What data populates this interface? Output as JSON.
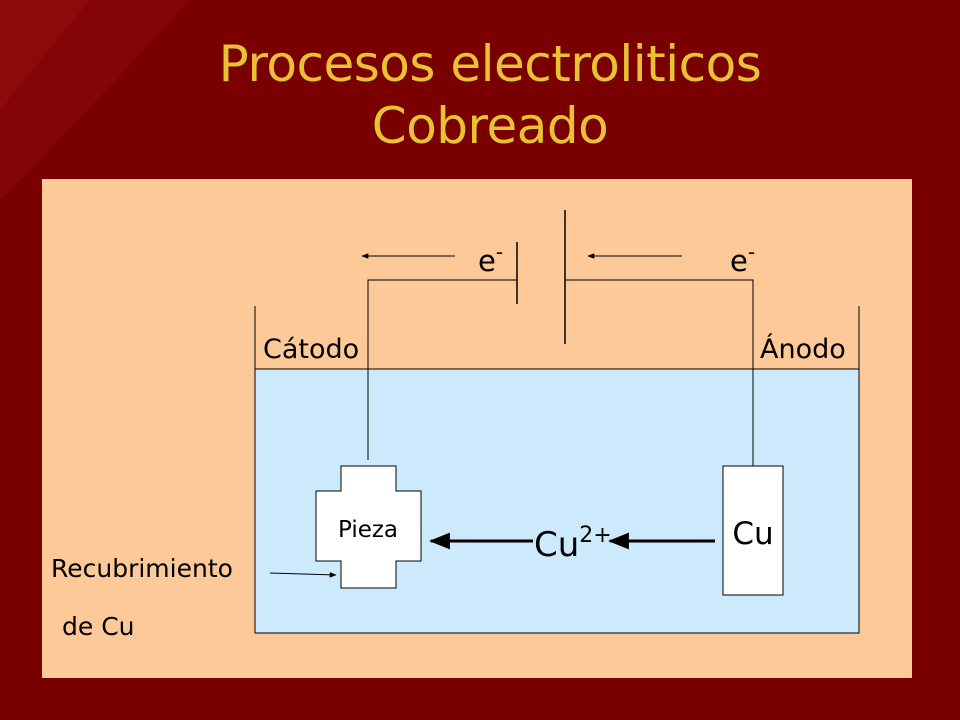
{
  "slide": {
    "title_line1": "Procesos electroliticos",
    "title_line2": "Cobreado"
  },
  "diagram": {
    "electron_left": "e",
    "electron_right": "e",
    "electron_superscript": "-",
    "cathode_label": "Cátodo",
    "anode_label": "Ánodo",
    "piece_label": "Pieza",
    "anode_electrode_label": "Cu",
    "ion_label": "Cu",
    "ion_charge": "2+",
    "coating_label_line1": "Recubrimiento",
    "coating_label_line2": "de Cu"
  },
  "colors": {
    "background": "#7a0000",
    "title": "#e8c233",
    "panel": "#fdc998",
    "electrolyte": "#cdeafc"
  }
}
